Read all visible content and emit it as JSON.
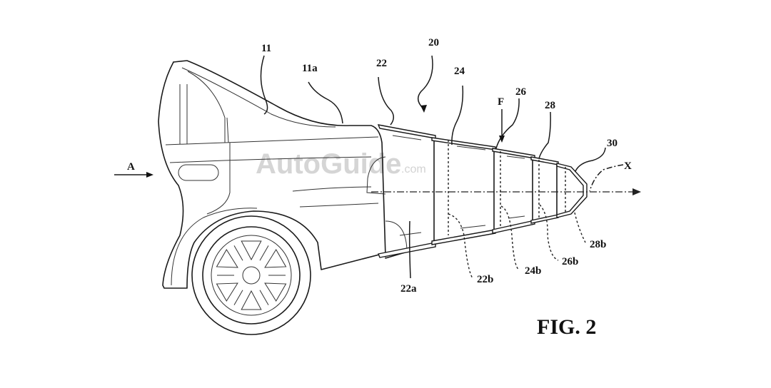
{
  "figure": {
    "title": "FIG. 2",
    "watermark": {
      "brand": "AutoGuide",
      "suffix": ".com"
    }
  },
  "labels": {
    "vehicle_body": "11",
    "rear_upper": "11a",
    "assembly": "20",
    "section_1": "22",
    "section_2": "24",
    "section_3": "26",
    "section_4": "28",
    "tip": "30",
    "section_1_base": "22a",
    "section_1_inner": "22b",
    "section_2_inner": "24b",
    "section_3_inner": "26b",
    "section_4_inner": "28b",
    "view_direction": "A",
    "force": "F",
    "axis": "X"
  }
}
